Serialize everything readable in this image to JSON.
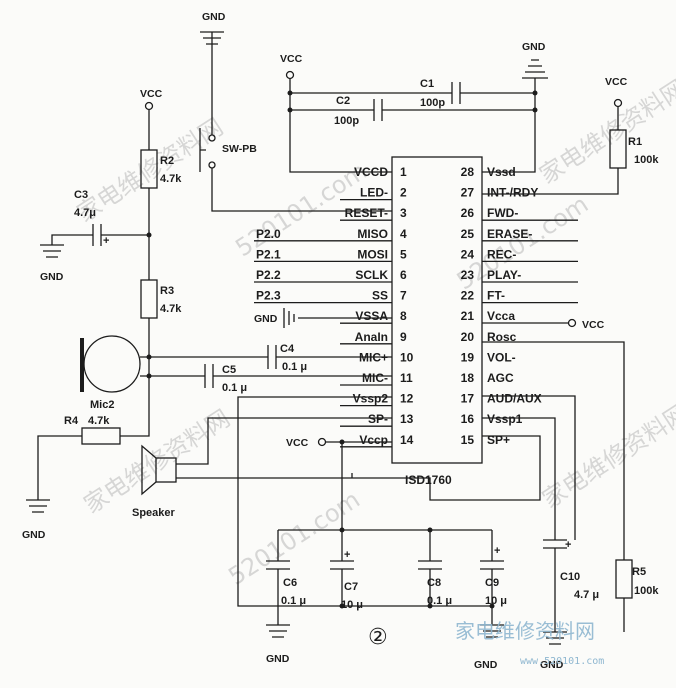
{
  "chip": {
    "name": "ISD1760"
  },
  "pins_left": [
    {
      "num": "1",
      "label": "VCCD"
    },
    {
      "num": "2",
      "label": "LED-"
    },
    {
      "num": "3",
      "label": "RESET-"
    },
    {
      "num": "4",
      "label": "MISO"
    },
    {
      "num": "5",
      "label": "MOSI"
    },
    {
      "num": "6",
      "label": "SCLK"
    },
    {
      "num": "7",
      "label": "SS"
    },
    {
      "num": "8",
      "label": "VSSA"
    },
    {
      "num": "9",
      "label": "AnaIn"
    },
    {
      "num": "10",
      "label": "MIC+"
    },
    {
      "num": "11",
      "label": "MIC-"
    },
    {
      "num": "12",
      "label": "Vssp2"
    },
    {
      "num": "13",
      "label": "SP-"
    },
    {
      "num": "14",
      "label": "Vccp"
    }
  ],
  "pins_right": [
    {
      "num": "28",
      "label": "Vssd"
    },
    {
      "num": "27",
      "label": "INT-/RDY"
    },
    {
      "num": "26",
      "label": "FWD-"
    },
    {
      "num": "25",
      "label": "ERASE-"
    },
    {
      "num": "24",
      "label": "REC-"
    },
    {
      "num": "23",
      "label": "PLAY-"
    },
    {
      "num": "22",
      "label": "FT-"
    },
    {
      "num": "21",
      "label": "Vcca"
    },
    {
      "num": "20",
      "label": "Rosc"
    },
    {
      "num": "19",
      "label": "VOL-"
    },
    {
      "num": "18",
      "label": "AGC"
    },
    {
      "num": "17",
      "label": "AUD/AUX"
    },
    {
      "num": "16",
      "label": "Vssp1"
    },
    {
      "num": "15",
      "label": "SP+"
    }
  ],
  "port_labels": [
    "P2.0",
    "P2.1",
    "P2.2",
    "P2.3"
  ],
  "power": {
    "vcc": "VCC",
    "gnd": "GND"
  },
  "components": {
    "r1": {
      "name": "R1",
      "value": "100k"
    },
    "r2": {
      "name": "R2",
      "value": "4.7k"
    },
    "r3": {
      "name": "R3",
      "value": "4.7k"
    },
    "r4": {
      "name": "R4",
      "value": "4.7k"
    },
    "r5": {
      "name": "R5",
      "value": "100k"
    },
    "c1": {
      "name": "C1",
      "value": "100p"
    },
    "c2": {
      "name": "C2",
      "value": "100p"
    },
    "c3": {
      "name": "C3",
      "value": "4.7μ"
    },
    "c4": {
      "name": "C4",
      "value": "0.1 μ"
    },
    "c5": {
      "name": "C5",
      "value": "0.1 μ"
    },
    "c6": {
      "name": "C6",
      "value": "0.1 μ"
    },
    "c7": {
      "name": "C7",
      "value": "10 μ"
    },
    "c8": {
      "name": "C8",
      "value": "0.1 μ"
    },
    "c9": {
      "name": "C9",
      "value": "10 μ"
    },
    "c10": {
      "name": "C10",
      "value": "4.7 μ"
    },
    "switch": {
      "name": "SW-PB"
    },
    "mic": {
      "name": "Mic2"
    },
    "speaker": {
      "name": "Speaker"
    }
  },
  "figure_number": "②",
  "watermarks": [
    "家电维修资料网",
    "520101.com",
    "家电维修资料网",
    "520101.com",
    "家电维修资料网",
    "家电维修资料网",
    "520101.com"
  ],
  "corner_watermark": {
    "text": "家电维修资料网",
    "url": "www.520101.com"
  }
}
